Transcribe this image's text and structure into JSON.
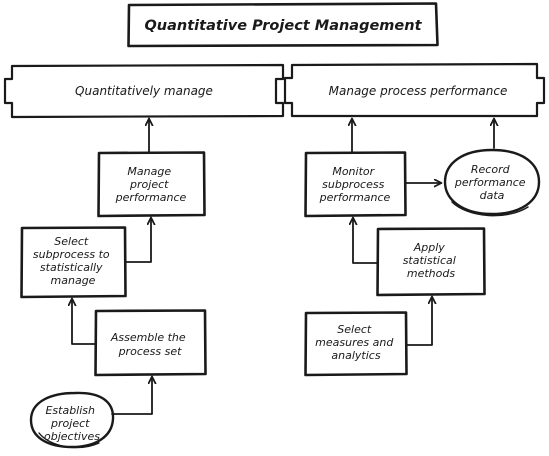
{
  "title": "Quantitative Project Management",
  "goals": {
    "left": "Quantitatively manage",
    "right": "Manage process performance"
  },
  "nodes": {
    "manage_project_performance": [
      "Manage",
      "project",
      "performance"
    ],
    "select_subprocess": [
      "Select",
      "subprocess to",
      "statistically",
      "manage"
    ],
    "assemble_process_set": [
      "Assemble the",
      "process set"
    ],
    "establish_objectives": [
      "Establish",
      "project",
      "objectives"
    ],
    "monitor_subprocess": [
      "Monitor",
      "subprocess",
      "performance"
    ],
    "record_performance_data": [
      "Record",
      "performance",
      "data"
    ],
    "apply_statistical_methods": [
      "Apply",
      "statistical",
      "methods"
    ],
    "select_measures": [
      "Select",
      "measures and",
      "analytics"
    ]
  }
}
